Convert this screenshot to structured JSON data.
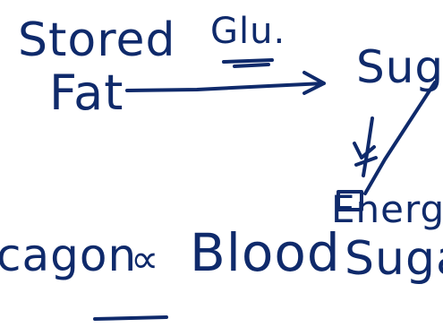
{
  "ink_color": "#0f2a6b",
  "labels": {
    "stored": "Stored",
    "fat": "Fat",
    "glu": "Glu.",
    "sugar_top": "Suga",
    "energy": "Energy",
    "glucagon": "cagon",
    "relation_symbol": "∝",
    "blood": "Blood",
    "sugar_bottom": "Suga"
  }
}
